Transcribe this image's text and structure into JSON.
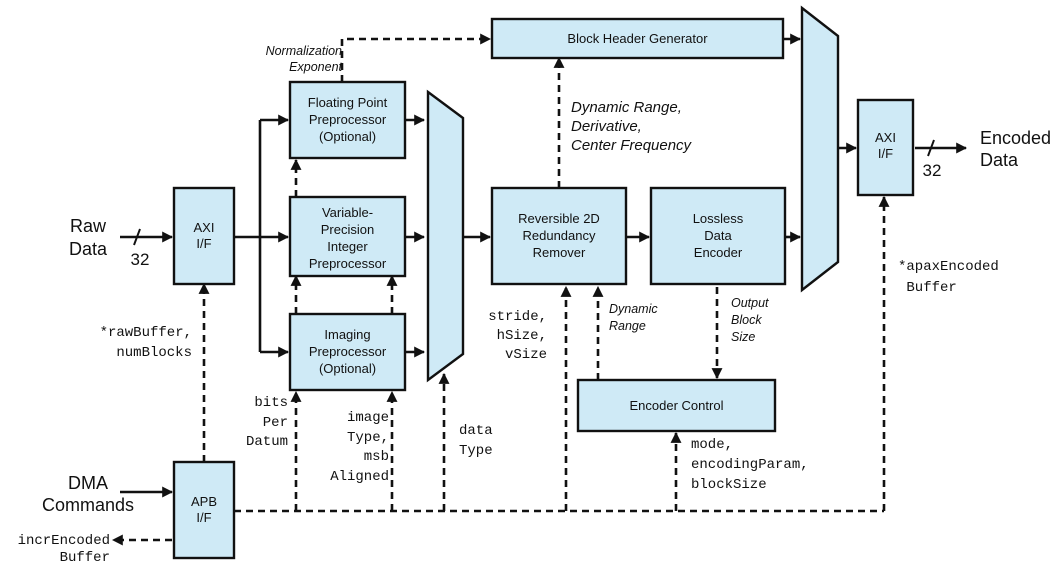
{
  "blocks": {
    "axi_in": [
      "AXI",
      "I/F"
    ],
    "apb": [
      "APB",
      "I/F"
    ],
    "float_pre": [
      "Floating Point",
      "Preprocessor",
      "(Optional)"
    ],
    "varprec_pre": [
      "Variable-",
      "Precision",
      "Integer",
      "Preprocessor"
    ],
    "imaging_pre": [
      "Imaging",
      "Preprocessor",
      "(Optional)"
    ],
    "block_header": [
      "Block Header Generator"
    ],
    "redundancy_remover": [
      "Reversible 2D",
      "Redundancy",
      "Remover"
    ],
    "lossless_encoder": [
      "Lossless",
      "Data",
      "Encoder"
    ],
    "encoder_control": [
      "Encoder Control"
    ],
    "axi_out": [
      "AXI",
      "I/F"
    ]
  },
  "io": {
    "raw_data": [
      "Raw",
      "Data"
    ],
    "raw_bus_width": "32",
    "dma_commands": [
      "DMA",
      "Commands"
    ],
    "encoded_data": [
      "Encoded",
      "Data"
    ],
    "encoded_bus_width": "32"
  },
  "signals": {
    "normalization_exponent": [
      "Normalization",
      "Exponent"
    ],
    "dynamic_range_derivative": [
      "Dynamic Range,",
      "Derivative,",
      "Center Frequency"
    ],
    "dynamic_range": [
      "Dynamic",
      "Range"
    ],
    "output_block_size": [
      "Output",
      "Block",
      "Size"
    ],
    "raw_buffer": [
      "*rawBuffer,",
      "numBlocks"
    ],
    "bits_per_datum": [
      "bits",
      "Per",
      "Datum"
    ],
    "image_type": [
      "image",
      "Type,",
      "msb",
      "Aligned"
    ],
    "data_type": [
      "data",
      "Type"
    ],
    "stride": [
      "stride,",
      "hSize,",
      "vSize"
    ],
    "mode": [
      "mode,",
      "encodingParam,",
      "blockSize"
    ],
    "apax_buffer": [
      "*apaxEncoded",
      " Buffer"
    ],
    "incr_buffer": [
      "incrEncoded",
      "Buffer"
    ]
  }
}
